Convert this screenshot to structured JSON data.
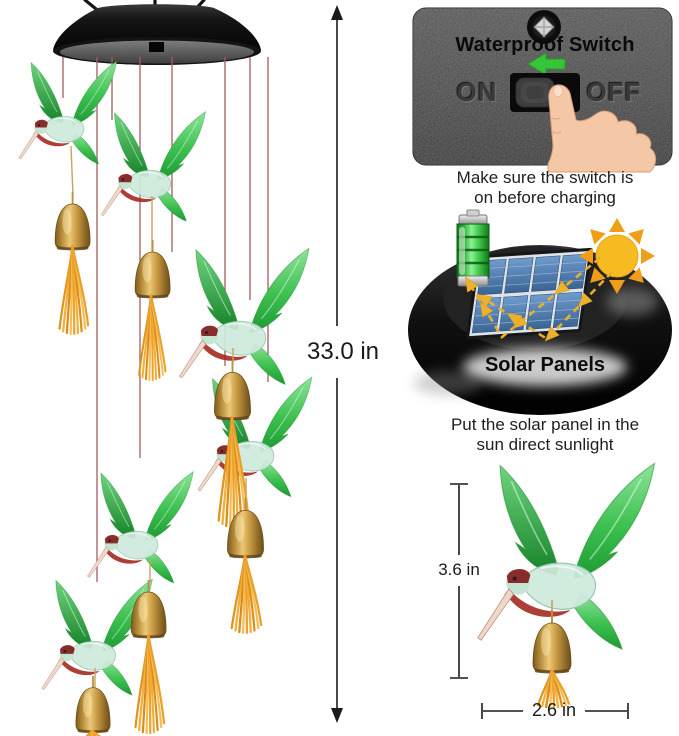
{
  "measurements": {
    "total_height": "33.0 in",
    "bird_height": "3.6 in",
    "bird_width": "2.6 in"
  },
  "switch_panel": {
    "title": "Waterproof Switch",
    "on": "ON",
    "off": "OFF",
    "caption_line1": "Make sure the switch is",
    "caption_line2": "on before charging"
  },
  "solar": {
    "label": "Solar Panels",
    "caption_line1": "Put the solar panel in the",
    "caption_line2": "sun direct sunlight"
  },
  "colors": {
    "wing_green": "#2fae3e",
    "body_mint": "#cde9db",
    "throat_red": "#a1261a",
    "bell_gold": "#c89a42",
    "tassel_orange": "#f0a830",
    "string_rose": "#a35f5f",
    "panel_gray": "#464646",
    "arrow_green": "#38c43a",
    "sun_yellow": "#f7bb22",
    "solar_cell_blue": "#5b87b8",
    "battery_green": "#2fb13a",
    "annotation_black": "#1a1a1a"
  }
}
